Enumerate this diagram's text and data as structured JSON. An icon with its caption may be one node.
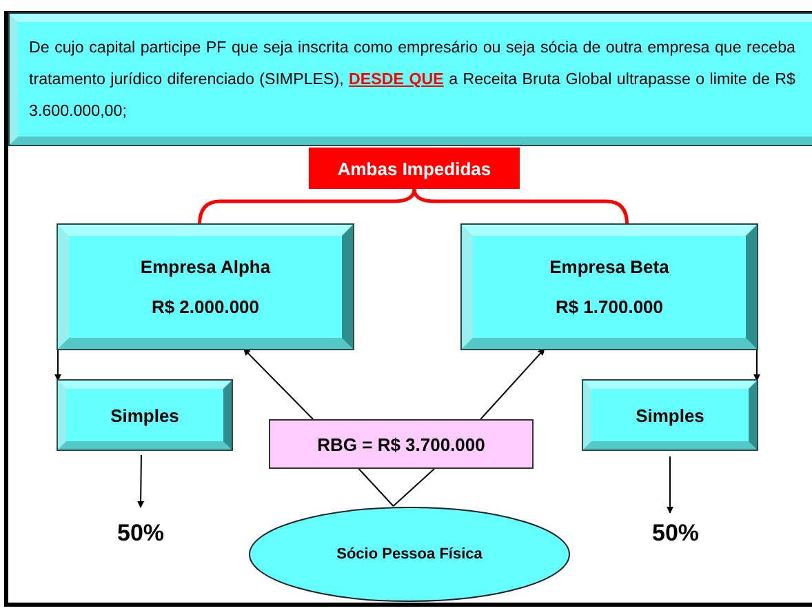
{
  "diagram": {
    "nodes": [
      {
        "text": [
          "De cujo capital participe PF que seja inscrita como empresário ou seja sócia de outra empresa que receba tratamento jurídico diferenciado (SIMPLES), **DESDE QUE** a Receita Bruta Global ultrapasse o limite de  R$ 3.600.000,00;"
        ]
      },
      {
        "text": [
          "Ambas Impedidas"
        ]
      },
      {
        "text": [
          "Empresa Alpha",
          "R$ 2.000.000"
        ]
      },
      {
        "text": [
          "Empresa Beta",
          "R$ 1.700.000"
        ]
      },
      {
        "text": [
          "Simples"
        ]
      },
      {
        "text": [
          "RBG = R$ 3.700.000"
        ]
      },
      {
        "text": [
          "Simples"
        ]
      },
      {
        "text": [
          "50%"
        ]
      },
      {
        "text": [
          "Sócio Pessoa Física"
        ]
      },
      {
        "text": [
          "50%"
        ]
      }
    ],
    "edges": [
      {
        "from": 1,
        "to": 2,
        "arrow": "none",
        "style": "thick",
        "color": "#ff0000"
      },
      {
        "from": 1,
        "to": 3,
        "arrow": "none",
        "style": "thick",
        "color": "#ff0000"
      },
      {
        "from": 2,
        "to": 4,
        "arrow": "to"
      },
      {
        "from": 3,
        "to": 6,
        "arrow": "to"
      },
      {
        "from": 8,
        "to": 5,
        "arrow": "none"
      },
      {
        "from": 8,
        "to": 5,
        "arrow": "none"
      },
      {
        "from": 5,
        "to": 2,
        "arrow": "to"
      },
      {
        "from": 5,
        "to": 3,
        "arrow": "to"
      },
      {
        "from": 4,
        "to": 7,
        "arrow": "to"
      },
      {
        "from": 6,
        "to": 9,
        "arrow": "to"
      }
    ]
  }
}
